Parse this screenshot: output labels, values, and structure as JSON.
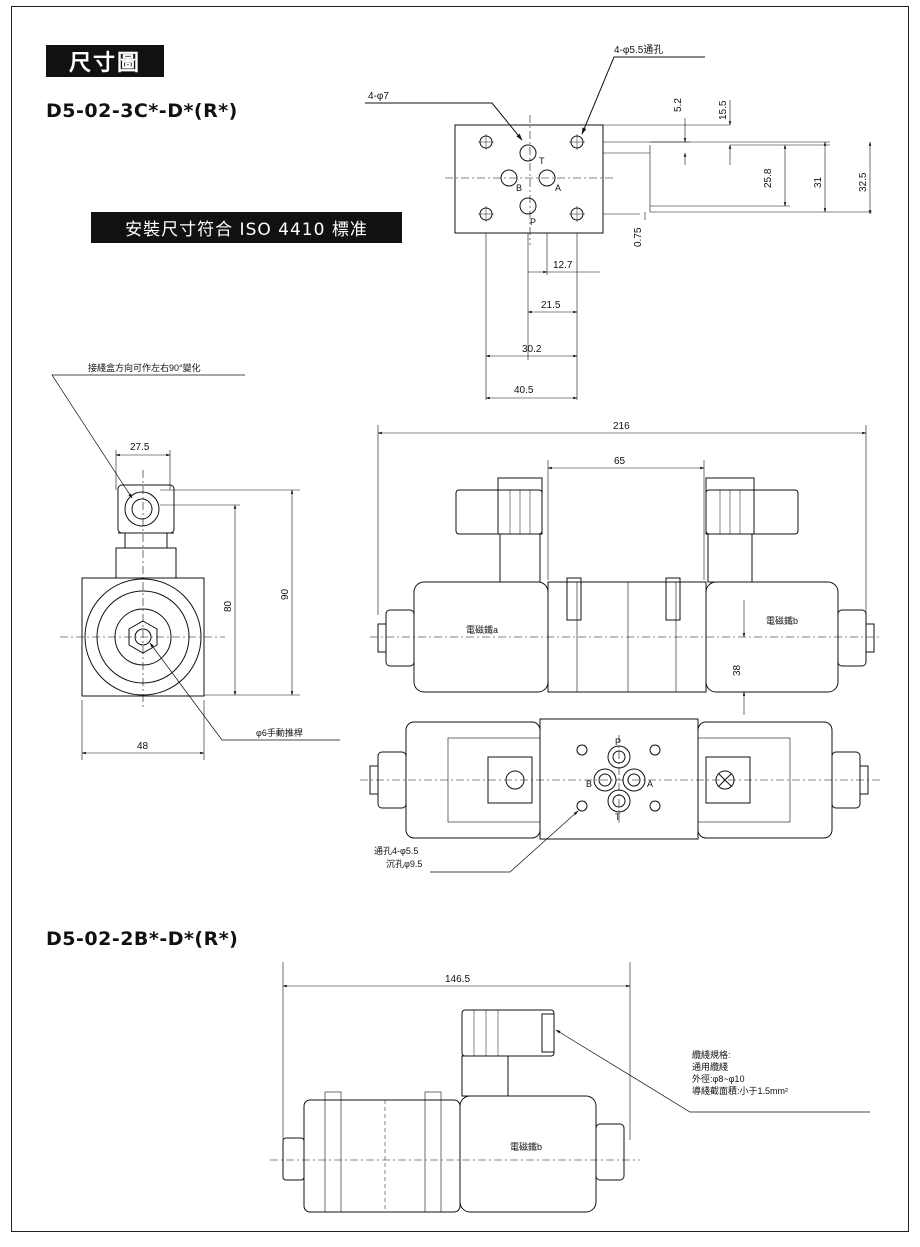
{
  "header": {
    "title": "尺寸圖"
  },
  "models": {
    "first": "D5-02-3C*-D*(R*)",
    "second": "D5-02-2B*-D*(R*)"
  },
  "iso_note": "安裝尺寸符合 ISO 4410 標准",
  "mount_face": {
    "hole_label_top": "4-φ5.5通孔",
    "hole_label_left": "4-φ7",
    "ports": {
      "t": "T",
      "b": "B",
      "a": "A",
      "p": "P"
    },
    "dims": {
      "d5_2": "5.2",
      "d15_5": "15.5",
      "d25_8": "25.8",
      "d31": "31",
      "d32_5": "32.5",
      "d0_75": "0.75",
      "d12_7": "12.7",
      "d21_5": "21.5",
      "d30_2": "30.2",
      "d40_5": "40.5"
    }
  },
  "side_view": {
    "rotate_note": "接綫盒方向可作左右90°變化",
    "d27_5": "27.5",
    "d80": "80",
    "d90": "90",
    "d48": "48",
    "manual_pin": "φ6手動推桿"
  },
  "front_view": {
    "d216": "216",
    "d65": "65",
    "d38": "38",
    "solenoid_a": "電磁鐵a",
    "solenoid_b": "電磁鐵b"
  },
  "bottom_view": {
    "ports": {
      "p": "P",
      "b": "B",
      "a": "A",
      "t": "T"
    },
    "hole_note_1": "通孔4-φ5.5",
    "hole_note_2": "沉孔φ9.5"
  },
  "second_model_view": {
    "d146_5": "146.5",
    "solenoid_b": "電磁鐵b",
    "cable_spec": {
      "line1": "纜綫規格:",
      "line2": "通用纜綫",
      "line3": "外徑:φ8~φ10",
      "line4": "導綫截面積:小于1.5mm²"
    }
  }
}
